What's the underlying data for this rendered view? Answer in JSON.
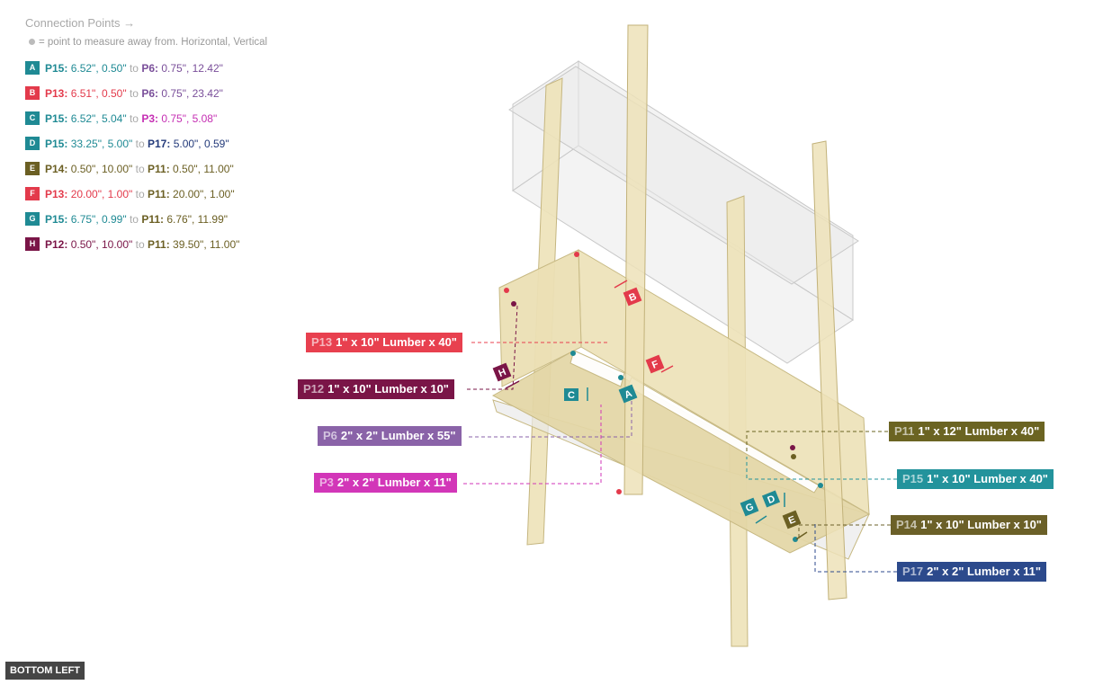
{
  "legend": {
    "title": "Connection Points →",
    "subtitle": "= point to measure away from. Horizontal, Vertical"
  },
  "connections": [
    {
      "letter": "A",
      "color": "#1f8a94",
      "from_part": "P15",
      "from_values": "6.52\", 0.50\"",
      "from_color": "#1f8a94",
      "to_word": "to",
      "to_part": "P6",
      "to_values": "0.75\", 12.42\"",
      "to_color": "#7a4f9a"
    },
    {
      "letter": "B",
      "color": "#e33a4b",
      "from_part": "P13",
      "from_values": "6.51\", 0.50\"",
      "from_color": "#e33a4b",
      "to_word": "to",
      "to_part": "P6",
      "to_values": "0.75\", 23.42\"",
      "to_color": "#7a4f9a"
    },
    {
      "letter": "C",
      "color": "#1f8a94",
      "from_part": "P15",
      "from_values": "6.52\", 5.04\"",
      "from_color": "#1f8a94",
      "to_word": "to",
      "to_part": "P3",
      "to_values": "0.75\", 5.08\"",
      "to_color": "#c52fb3"
    },
    {
      "letter": "D",
      "color": "#1f8a94",
      "from_part": "P15",
      "from_values": "33.25\", 5.00\"",
      "from_color": "#1f8a94",
      "to_word": "to",
      "to_part": "P17",
      "to_values": "5.00\", 0.59\"",
      "to_color": "#233a7a"
    },
    {
      "letter": "E",
      "color": "#6b5f23",
      "from_part": "P14",
      "from_values": "0.50\", 10.00\"",
      "from_color": "#6b5f23",
      "to_word": "to",
      "to_part": "P11",
      "to_values": "0.50\", 11.00\"",
      "to_color": "#6b5f23"
    },
    {
      "letter": "F",
      "color": "#e33a4b",
      "from_part": "P13",
      "from_values": "20.00\", 1.00\"",
      "from_color": "#e33a4b",
      "to_word": "to",
      "to_part": "P11",
      "to_values": "20.00\", 1.00\"",
      "to_color": "#6b5f23"
    },
    {
      "letter": "G",
      "color": "#1f8a94",
      "from_part": "P15",
      "from_values": "6.75\", 0.99\"",
      "from_color": "#1f8a94",
      "to_word": "to",
      "to_part": "P11",
      "to_values": "6.76\", 11.99\"",
      "to_color": "#6b5f23"
    },
    {
      "letter": "H",
      "color": "#7a1547",
      "from_part": "P12",
      "from_values": "0.50\", 10.00\"",
      "from_color": "#7a1547",
      "to_word": "to",
      "to_part": "P11",
      "to_values": "39.50\", 11.00\"",
      "to_color": "#6b5f23"
    }
  ],
  "parts": [
    {
      "id": "P13",
      "desc": "1\" x 10\" Lumber  x 40\"",
      "color": "#e8404f"
    },
    {
      "id": "P12",
      "desc": "1\" x 10\" Lumber  x 10\"",
      "color": "#7a1547"
    },
    {
      "id": "P6",
      "desc": "2\" x 2\" Lumber x 55\"",
      "color": "#8a63a8"
    },
    {
      "id": "P3",
      "desc": "2\" x 2\" Lumber x 11\"",
      "color": "#d236b8"
    },
    {
      "id": "P11",
      "desc": "1\" x 12\" Lumber  x 40\"",
      "color": "#6b6422"
    },
    {
      "id": "P15",
      "desc": "1\" x 10\" Lumber  x 40\"",
      "color": "#23939c"
    },
    {
      "id": "P14",
      "desc": "1\" x 10\" Lumber  x 10\"",
      "color": "#6b6028"
    },
    {
      "id": "P17",
      "desc": "2\" x 2\" Lumber x 11\"",
      "color": "#2c4a8c"
    }
  ],
  "marker_letters": [
    "A",
    "B",
    "C",
    "D",
    "E",
    "F",
    "G",
    "H"
  ],
  "view_label": "BOTTOM LEFT",
  "colors": {
    "wood": "#ede2b8",
    "wood_edge": "#c9bb88",
    "ghost": "#e6e6e6",
    "ghost_edge": "#c6c6c6"
  }
}
